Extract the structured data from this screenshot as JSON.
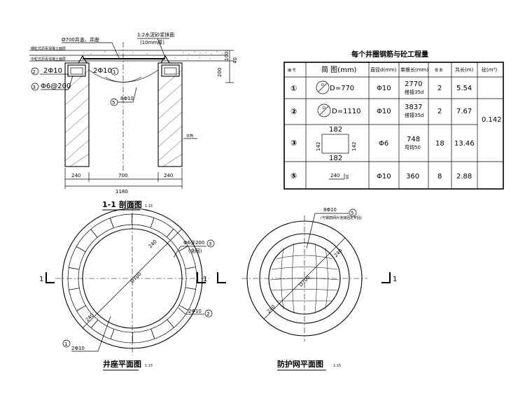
{
  "section": {
    "top_label": "Ø700井盖、井座",
    "mortar_label": "1:2水泥砂浆抹面",
    "mortar_thickness": "(10mm厚)",
    "road_layer_1": "细粒式沥青混凝土面层",
    "road_layer_2": "中粒式沥青混凝土面层",
    "rebar_left": "2Φ10",
    "rebar_mid": "2Φ10",
    "rebar_stirrup": "Φ6@200",
    "rebar_bottom": "8Φ10",
    "wall_label": "井筒",
    "mark_1": "①",
    "mark_2": "②",
    "mark_3": "③",
    "mark_5": "⑤",
    "dim_200": "200",
    "dim_100": "100",
    "dim_40": "40",
    "dim_240_left": "240",
    "dim_700": "700",
    "dim_240_right": "240",
    "dim_total": "1180",
    "title": "1-1  剖面图",
    "scale": "1:15"
  },
  "table": {
    "title": "每个井圈钢筋与砼工程量",
    "headers": [
      "编 号",
      "简      图(mm)",
      "直径d(mm)",
      "单根长(mm)",
      "根 数",
      "共长(m)",
      "砼(m³)"
    ],
    "rows": [
      {
        "no": "①",
        "shape": "D=770",
        "shape_d": "D",
        "dia": "Φ10",
        "length": "2770",
        "length_note": "搭接35d",
        "count": "2",
        "total": "5.54"
      },
      {
        "no": "②",
        "shape": "D=1110",
        "shape_d": "D",
        "dia": "Φ10",
        "length": "3837",
        "length_note": "搭接35d",
        "count": "2",
        "total": "7.67"
      },
      {
        "no": "③",
        "shape_top": "182",
        "shape_bottom": "182",
        "shape_left": "142",
        "shape_right": "142",
        "dia": "Φ6",
        "length": "748",
        "length_note": "弯钩50",
        "count": "18",
        "total": "13.46"
      },
      {
        "no": "⑤",
        "shape_a": "240",
        "shape_b": "60",
        "dia": "Φ10",
        "length": "360",
        "count": "8",
        "total": "2.88"
      }
    ],
    "concrete": "0.142"
  },
  "plan_left": {
    "title": "井座平面图",
    "scale": "1:15",
    "section_mark": "1",
    "diameter": "D700",
    "width_top": "240",
    "width_bottom": "240",
    "label_stirrup": "Φ6@200",
    "label_stirrup_note": "(余同)",
    "label_stirrup_mark": "③",
    "label_ring": "2Φ10",
    "label_ring_mark": "②",
    "label_inner": "2Φ10",
    "label_inner_mark": "①"
  },
  "plan_right": {
    "title": "防护网平面图",
    "scale": "1:15",
    "section_mark": "1",
    "diameter": "D700",
    "width_top": "240",
    "width_bottom": "240",
    "label_rebar": "8Φ10",
    "label_rebar_mark": "⑤",
    "label_note": "(与钢筋网片连接固定牢固)"
  }
}
